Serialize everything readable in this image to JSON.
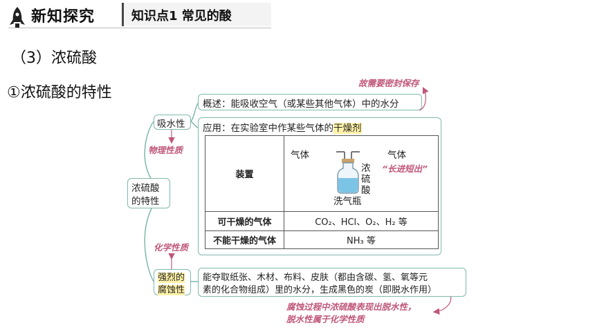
{
  "header": {
    "title": "新知探究",
    "subtitle": "知识点1  常见的酸"
  },
  "section_title": "（3）浓硫酸",
  "subsection_title": "①浓硫酸的特性",
  "center_node": {
    "line1": "浓硫酸",
    "line2": "的特性"
  },
  "absorb": {
    "label": "吸水性",
    "category": "物理性质",
    "overview": "概述：能吸收空气（或某些其他气体）中的水分",
    "note_top": "故需要密封保存",
    "application_prefix": "应用：在实验室中作某些气体的",
    "application_highlight": "干燥剂"
  },
  "table": {
    "device_header": "装置",
    "gas_in": "气体",
    "gas_out": "气体",
    "conc_acid": [
      "浓",
      "硫",
      "酸"
    ],
    "bottle_label": "洗气瓶",
    "long_in_short_out": "“长进短出”",
    "dryable_label": "可干燥的气体",
    "dryable_value": "CO₂、HCl、O₂、H₂ 等",
    "not_dryable_label": "不能干燥的气体",
    "not_dryable_value": "NH₃ 等"
  },
  "corrosive": {
    "label_line1": "强烈的",
    "label_line2": "腐蚀性",
    "category": "化学性质",
    "desc_line1": "能夺取纸张、木材、布料、皮肤（都由含碳、氢、氧等元",
    "desc_line2": "素的化合物组成）里的水分，生成黑色的炭（即脱水作用）",
    "note_line1": "腐蚀过程中浓硫酸表现出脱水性，",
    "note_line2": "脱水性属于化学性质"
  },
  "colors": {
    "teal": "#7fb8ad",
    "pink": "#c0577b",
    "highlight": "#fff2a8"
  }
}
